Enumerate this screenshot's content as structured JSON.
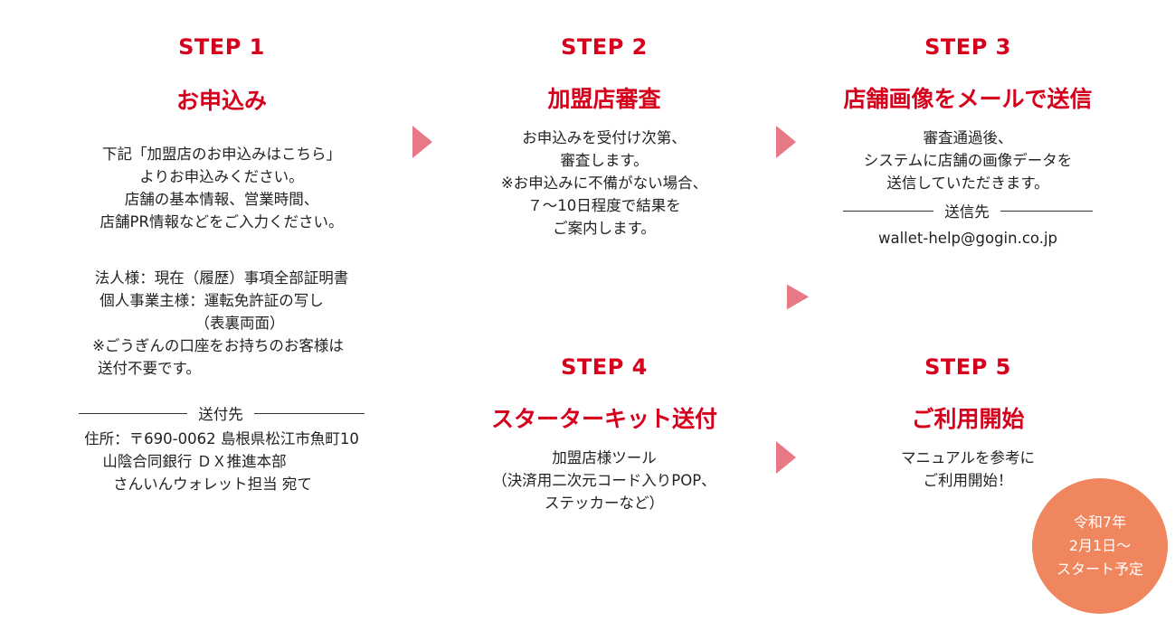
{
  "steps": {
    "s1": {
      "label": "STEP 1",
      "title": "お申込み",
      "p1": [
        "下記「加盟店のお申込みはこちら」",
        "よりお申込みください。",
        "店舗の基本情報、営業時間、",
        "店舗PR情報などをご入力ください。"
      ],
      "p2": [
        "法人様：現在（履歴）事項全部証明書",
        "個人事業主様：運転免許証の写し",
        "（表裏両面）",
        "※ごうぎんの口座をお持ちのお客様は",
        "送付不要です。"
      ],
      "divider_label": "送付先",
      "address": [
        "住所：〒690-0062 島根県松江市魚町10",
        "山陰合同銀行 ＤＸ推進本部",
        "さんいんウォレット担当 宛て"
      ]
    },
    "s2": {
      "label": "STEP 2",
      "title": "加盟店審査",
      "lines": [
        "お申込みを受付け次第、",
        "審査します。",
        "※お申込みに不備がない場合、",
        "７〜10日程度で結果を",
        "ご案内します。"
      ]
    },
    "s3": {
      "label": "STEP 3",
      "title": "店舗画像をメールで送信",
      "lines": [
        "審査通過後、",
        "システムに店舗の画像データを",
        "送信していただきます。"
      ],
      "divider_label": "送信先",
      "email": "wallet-help@gogin.co.jp"
    },
    "s4": {
      "label": "STEP 4",
      "title": "スターターキット送付",
      "lines": [
        "加盟店様ツール",
        "（決済用二次元コード入りPOP、",
        "ステッカーなど）"
      ]
    },
    "s5": {
      "label": "STEP 5",
      "title": "ご利用開始",
      "lines": [
        "マニュアルを参考に",
        "ご利用開始！"
      ]
    }
  },
  "badge": {
    "lines": [
      "令和7年",
      "2月1日〜",
      "スタート予定"
    ]
  },
  "colors": {
    "accent": "#d6001c",
    "arrow": "#e87885",
    "badge": "#f0865e"
  }
}
